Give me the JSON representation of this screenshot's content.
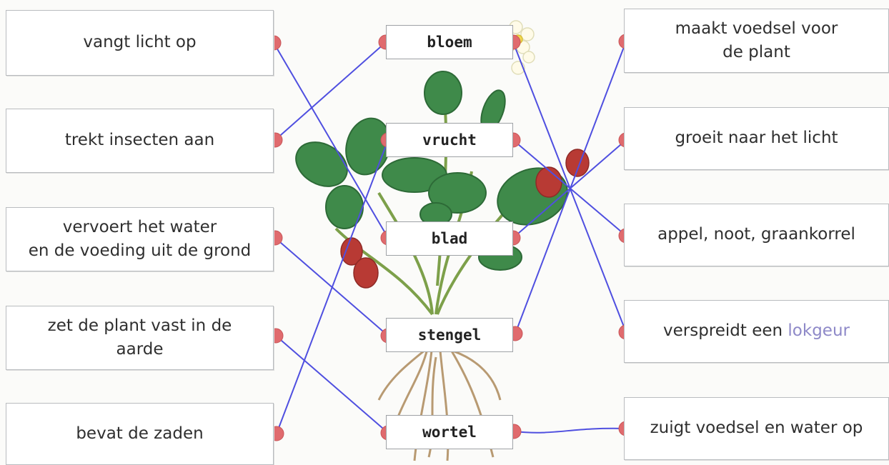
{
  "colors": {
    "line": "#4f4fe0",
    "dot": "#e06b6e",
    "accent_text": "#8e89c8"
  },
  "left": [
    {
      "lines": [
        "vangt licht op"
      ]
    },
    {
      "lines": [
        "trekt insecten aan"
      ]
    },
    {
      "lines": [
        "vervoert het water",
        "en de voeding uit de grond"
      ]
    },
    {
      "lines": [
        "zet de plant vast in de",
        "aarde"
      ]
    },
    {
      "lines": [
        "bevat de zaden"
      ]
    }
  ],
  "parts": [
    "bloem",
    "vrucht",
    "blad",
    "stengel",
    "wortel"
  ],
  "right": [
    {
      "lines": [
        "maakt voedsel voor",
        "de plant"
      ]
    },
    {
      "lines": [
        "groeit naar het licht"
      ]
    },
    {
      "lines": [
        "appel, noot, graankorrel"
      ]
    },
    {
      "text": "verspreidt een ",
      "accent": "lokgeur"
    },
    {
      "lines": [
        "zuigt voedsel en water op"
      ]
    }
  ],
  "connections": [
    {
      "from": "left-1",
      "to": "part-3"
    },
    {
      "from": "left-2",
      "to": "part-1"
    },
    {
      "from": "left-3",
      "to": "part-4"
    },
    {
      "from": "left-4",
      "to": "part-5"
    },
    {
      "from": "left-5",
      "to": "part-2"
    },
    {
      "from": "part-1",
      "to": "right-4"
    },
    {
      "from": "part-2",
      "to": "right-3"
    },
    {
      "from": "part-3",
      "to": "right-2"
    },
    {
      "from": "part-4",
      "to": "right-1"
    },
    {
      "from": "part-5",
      "to": "right-5"
    }
  ]
}
